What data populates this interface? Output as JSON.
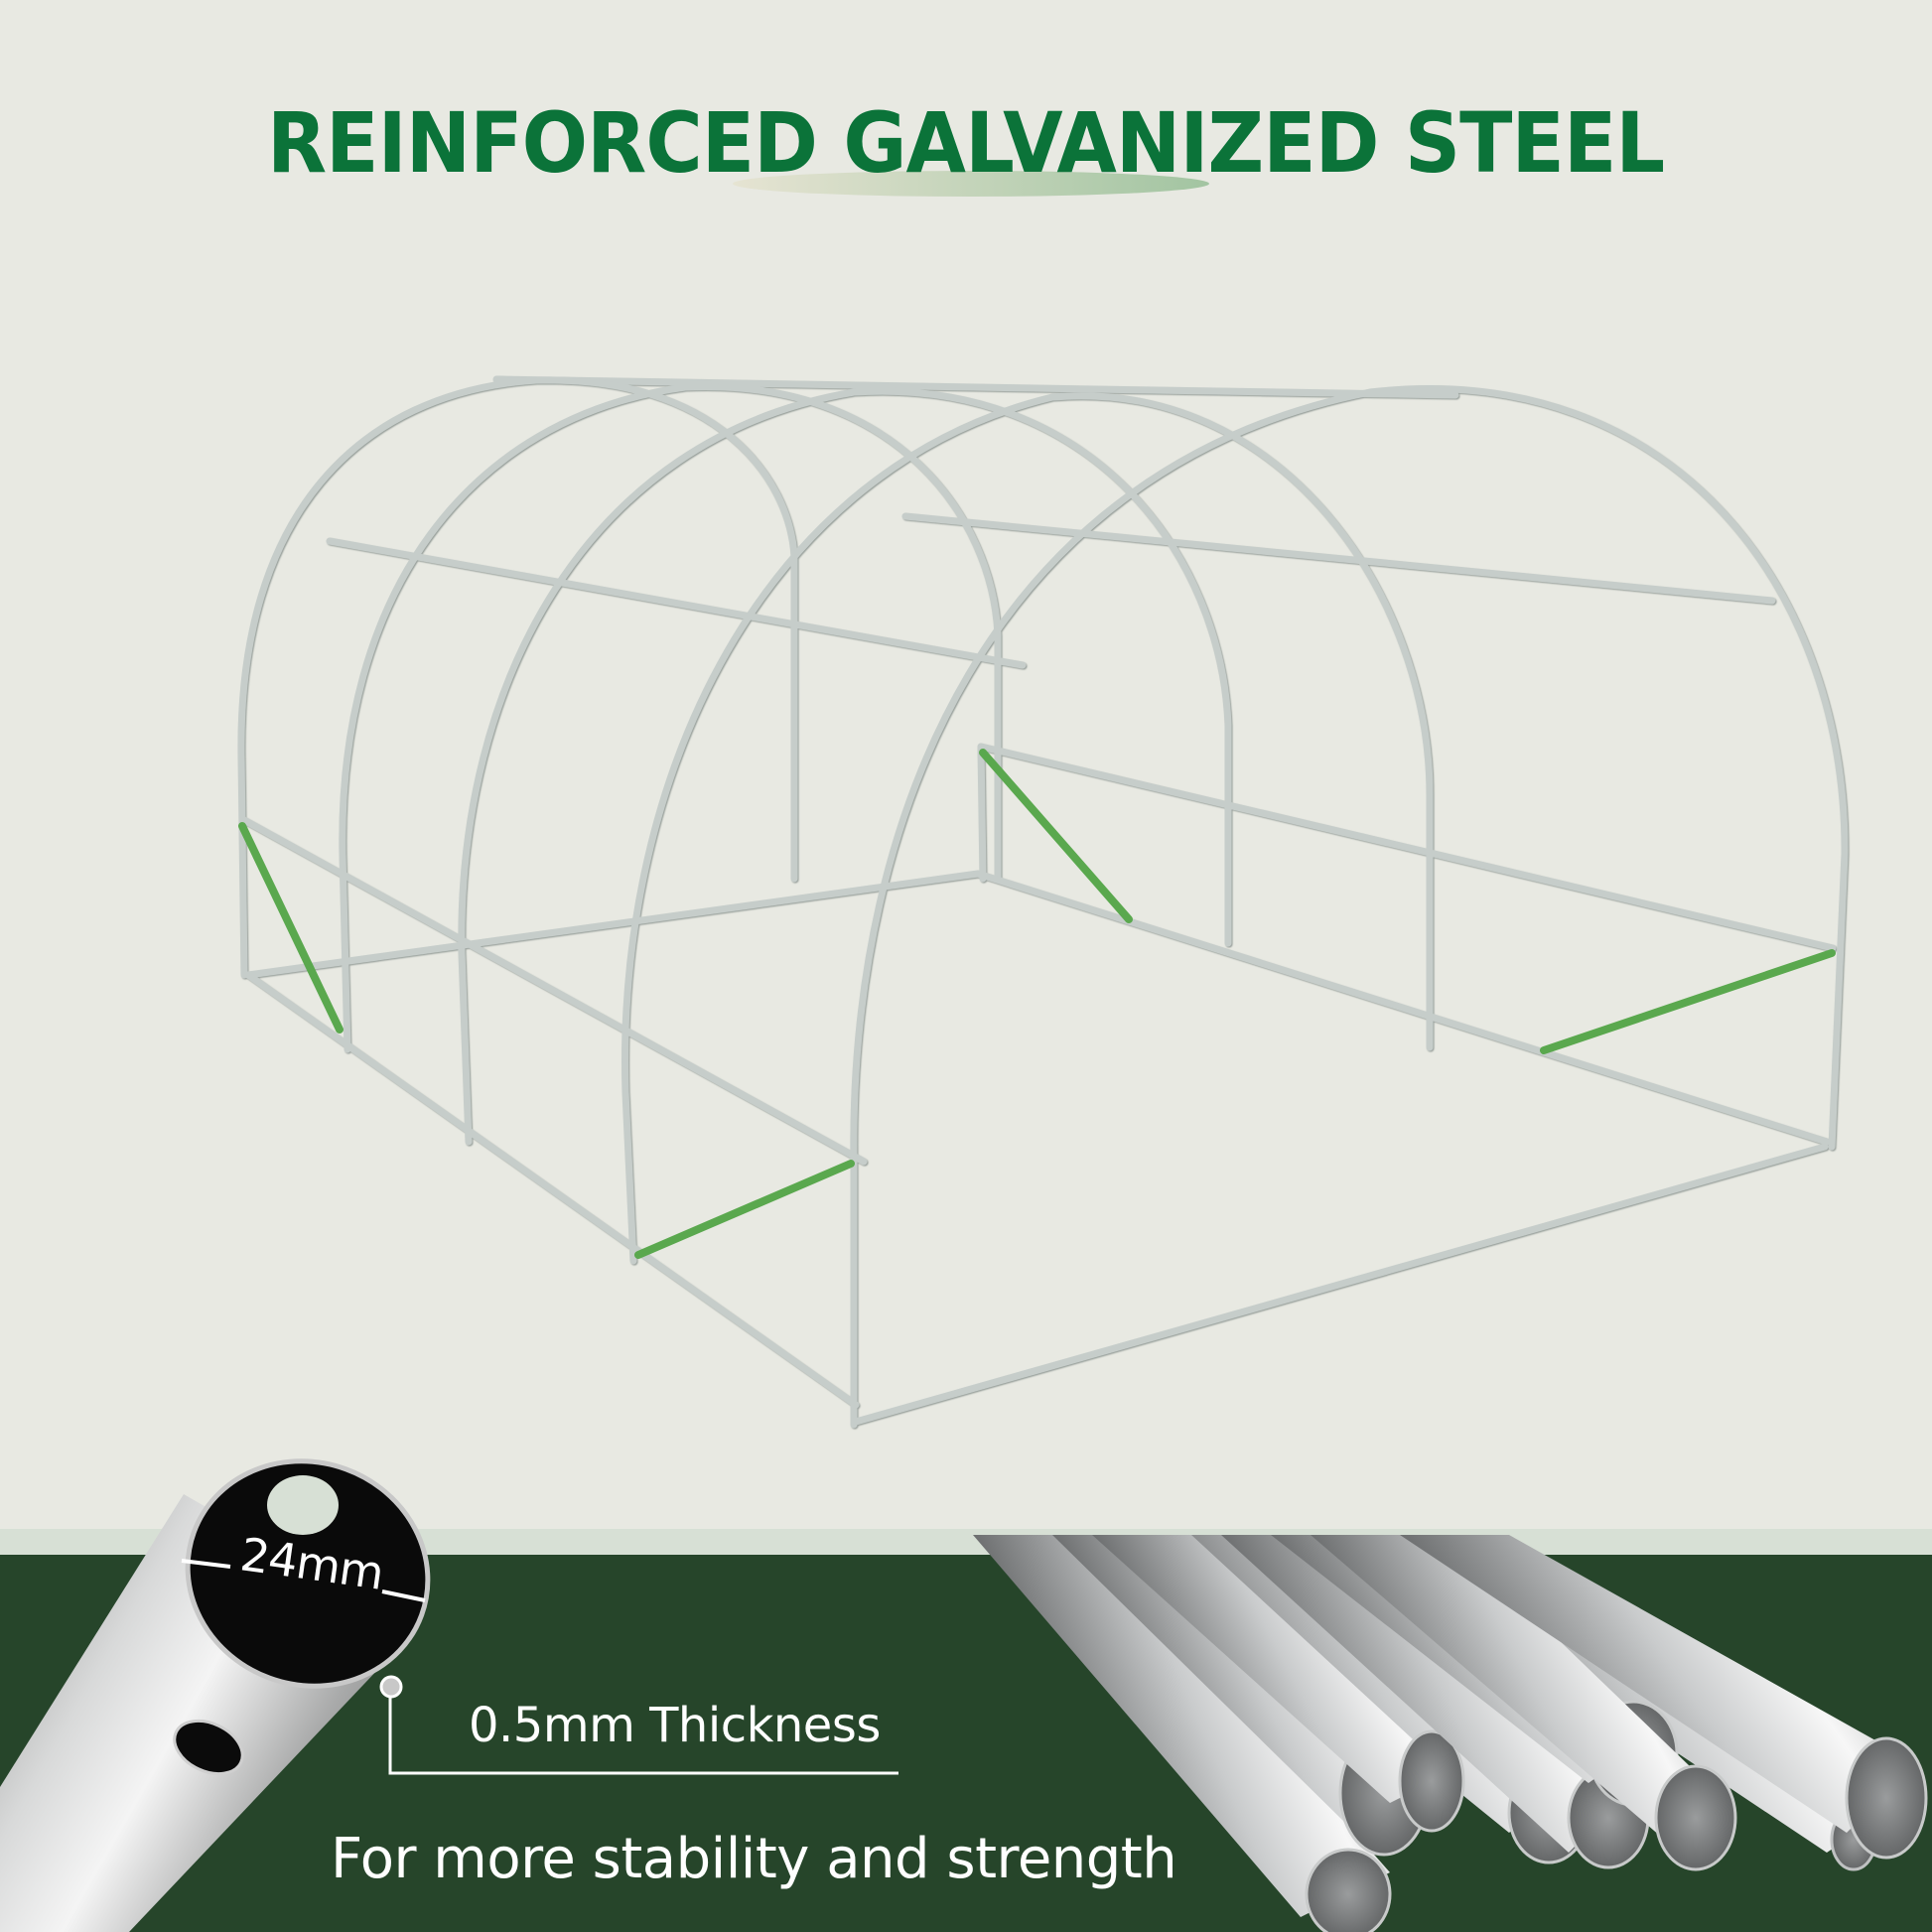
{
  "header": {
    "title": "REINFORCED GALVANIZED STEEL"
  },
  "illustration": {
    "subject": "greenhouse-steel-frame",
    "hoop_count": 5,
    "pipe_color": "#c9d0cd",
    "brace_color": "#5aa84e"
  },
  "specs": {
    "diameter_label": "24mm",
    "thickness_label": "0.5mm Thickness"
  },
  "footer": {
    "tagline": "For more stability and strength"
  },
  "colors": {
    "background": "#e8e9e2",
    "title_green": "#0b7339",
    "band_light": "#d7e0d5",
    "band_dark": "#26452a",
    "text_white": "#ffffff"
  }
}
